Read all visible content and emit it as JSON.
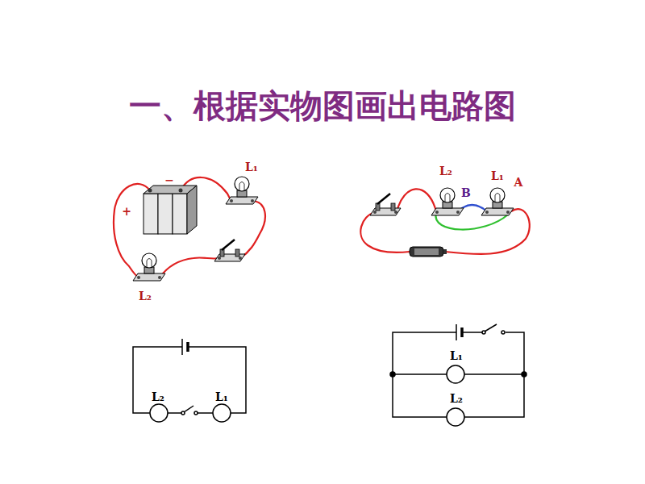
{
  "diagram": {
    "title": "一、根据实物图画出电路图",
    "labels": [
      "+",
      "−",
      "L₁",
      "L₂",
      "L₂",
      "B",
      "L₁",
      "A",
      "L₂",
      "L₁",
      "L₁",
      "L₂"
    ]
  }
}
